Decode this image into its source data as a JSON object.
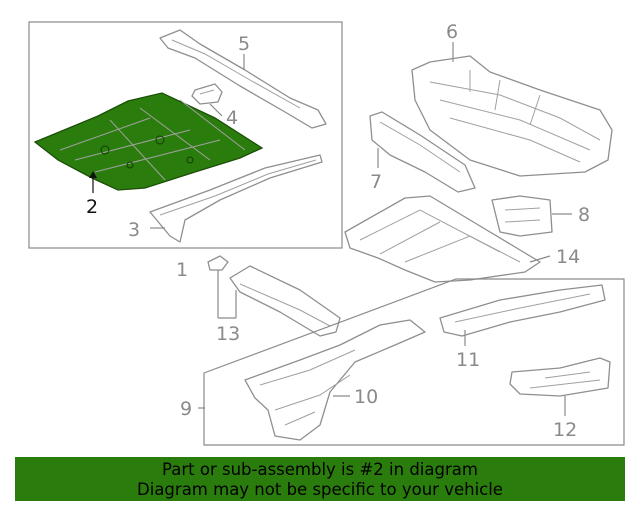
{
  "diagram": {
    "callouts": [
      "1",
      "2",
      "3",
      "4",
      "5",
      "6",
      "7",
      "8",
      "9",
      "10",
      "11",
      "12",
      "13",
      "14"
    ],
    "highlighted_part": "2",
    "highlight_color": "#2a7d0c"
  },
  "banner": {
    "line1": "Part or sub-assembly is #2 in diagram",
    "line2": "Diagram may not be specific to your vehicle",
    "background": "#2a7d0c"
  }
}
